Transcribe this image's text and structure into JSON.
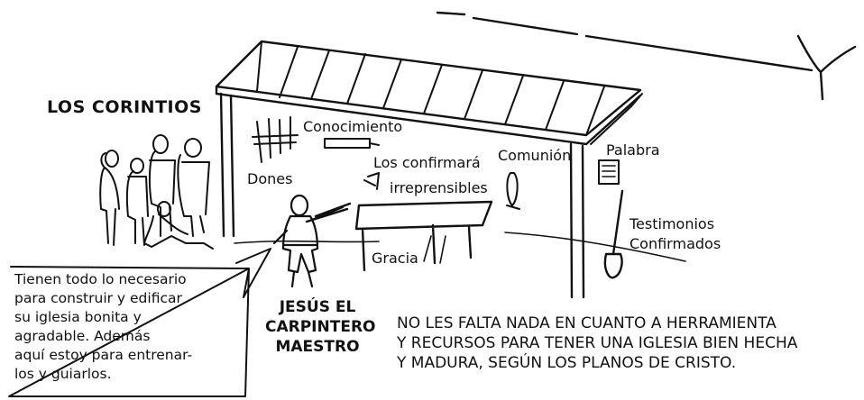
{
  "scene": {
    "title": "LOS CORINTIOS",
    "labels": {
      "conocimiento": "Conocimiento",
      "dones": "Dones",
      "los_confirmara": "Los confirmará",
      "irreprensibles": "irreprensibles",
      "comunion": "Comunión",
      "palabra": "Palabra",
      "testimonios": "Testimonios",
      "confirmados": "Confirmados",
      "gracia": "Gracia"
    },
    "speech_bubble": {
      "lines": [
        "Tienen todo lo necesario",
        "para construir y edificar",
        "su iglesia bonita y",
        "agradable. Además",
        "aquí estoy para entrenar-",
        "los y guiarlos."
      ]
    },
    "jesus_label": [
      "JESÚS EL",
      "CARPINTERO",
      "MAESTRO"
    ],
    "bottom_caption": [
      "NO LES FALTA NADA EN CUANTO A HERRAMIENTA",
      "Y RECURSOS PARA TENER UNA IGLESIA BIEN HECHA",
      "Y MADURA, SEGÚN LOS PLANOS DE CRISTO."
    ]
  }
}
